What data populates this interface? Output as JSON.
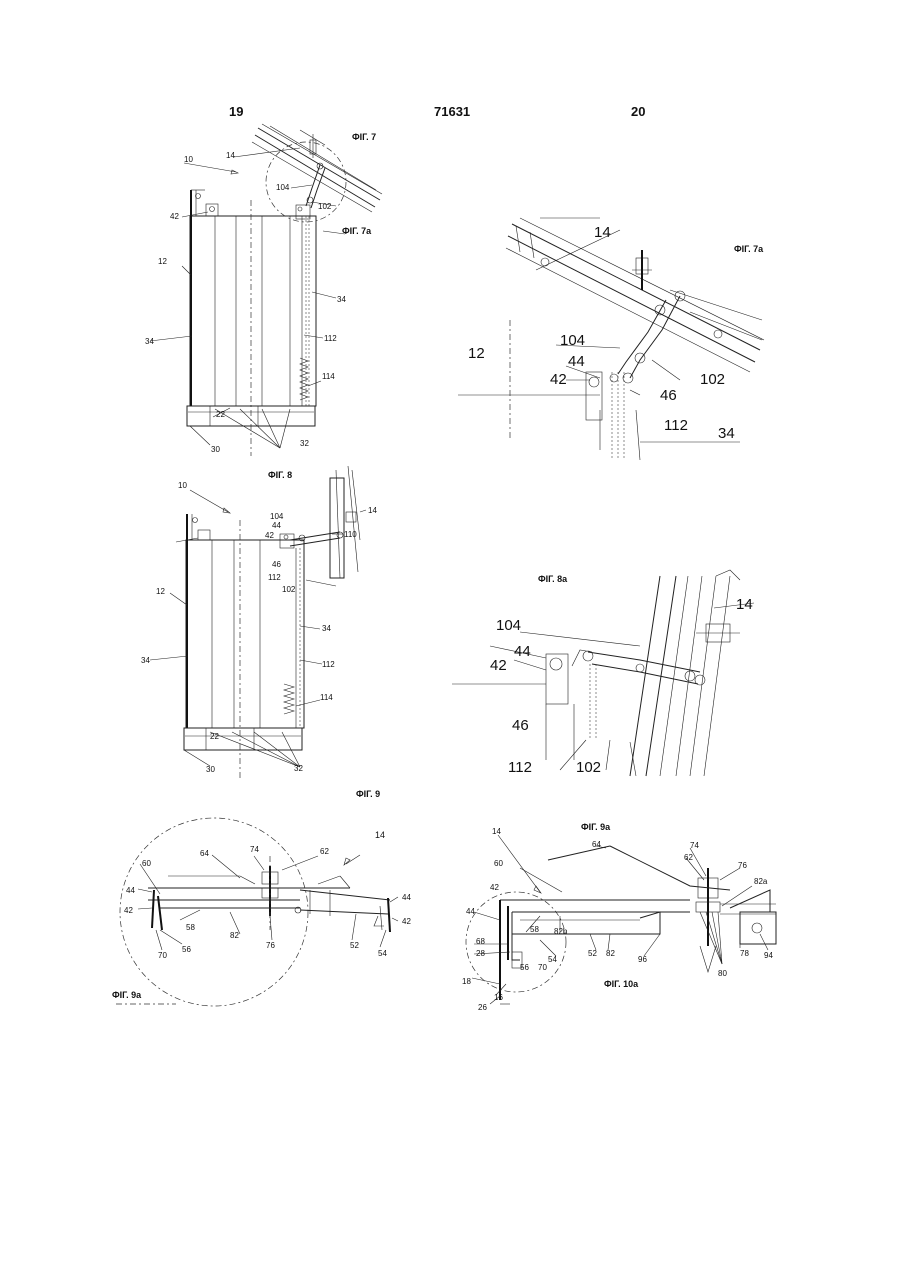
{
  "header": {
    "left_page": "19",
    "doc_number": "71631",
    "right_page": "20"
  },
  "figures": {
    "fig7": "ФІГ. 7",
    "fig7a_ref": "ФІГ. 7a",
    "fig7a": "ФІГ. 7a",
    "fig8": "ФІГ. 8",
    "fig8a": "ФІГ. 8a",
    "fig9": "ФІГ. 9",
    "fig9a_ref": "ФІГ. 9a",
    "fig9a": "ФІГ. 9a",
    "fig10a_ref": "ФІГ. 10a"
  },
  "labels": {
    "fig7": [
      "10",
      "14",
      "104",
      "102",
      "42",
      "12",
      "34",
      "34",
      "112",
      "114",
      "22",
      "30",
      "32"
    ],
    "fig7a": [
      "14",
      "104",
      "12",
      "44",
      "42",
      "46",
      "102",
      "112",
      "34"
    ],
    "fig8": [
      "10",
      "14",
      "104",
      "44",
      "42",
      "110",
      "46",
      "112",
      "102",
      "12",
      "34",
      "34",
      "112",
      "114",
      "22",
      "30",
      "32"
    ],
    "fig8a": [
      "14",
      "104",
      "44",
      "42",
      "46",
      "112",
      "102"
    ],
    "fig9": [
      "14",
      "64",
      "74",
      "62",
      "60",
      "44",
      "42",
      "58",
      "82",
      "56",
      "70",
      "76",
      "52",
      "54",
      "44",
      "42"
    ],
    "fig9a": [
      "14",
      "64",
      "74",
      "76",
      "62",
      "60",
      "82a",
      "42",
      "44",
      "58",
      "82b",
      "68",
      "28",
      "52",
      "82",
      "96",
      "54",
      "56",
      "70",
      "80",
      "78",
      "94",
      "18",
      "16",
      "26"
    ]
  }
}
